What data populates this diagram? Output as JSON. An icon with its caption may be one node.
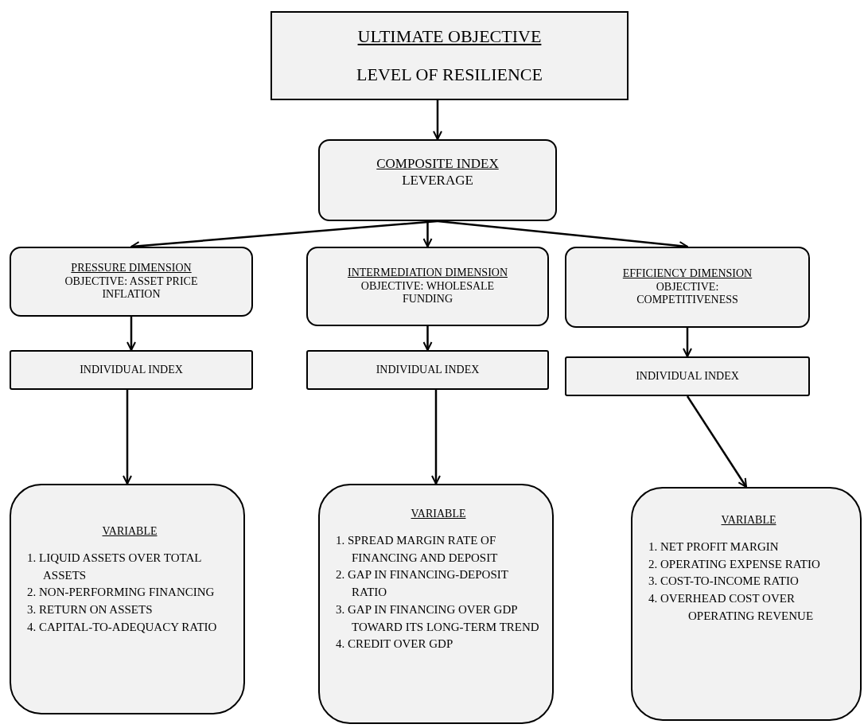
{
  "diagram": {
    "nodes": [
      {
        "text": [
          "ULTIMATE OBJECTIVE",
          "LEVEL OF RESILIENCE"
        ]
      },
      {
        "text": [
          "COMPOSITE INDEX",
          "LEVERAGE"
        ]
      },
      {
        "text": [
          "PRESSURE DIMENSION",
          "OBJECTIVE: ASSET PRICE INFLATION"
        ]
      },
      {
        "text": [
          "INTERMEDIATION DIMENSION",
          "OBJECTIVE: WHOLESALE FUNDING"
        ]
      },
      {
        "text": [
          "EFFICIENCY DIMENSION",
          "OBJECTIVE: COMPETITIVENESS"
        ]
      },
      {
        "text": [
          "INDIVIDUAL INDEX"
        ]
      },
      {
        "text": [
          "INDIVIDUAL INDEX"
        ]
      },
      {
        "text": [
          "INDIVIDUAL INDEX"
        ]
      },
      {
        "text": [
          "VARIABLE",
          "1. LIQUID ASSETS OVER TOTAL ASSETS",
          "2. NON-PERFORMING FINANCING",
          "3. RETURN ON ASSETS",
          "4. CAPITAL-TO-ADEQUACY RATIO"
        ]
      },
      {
        "text": [
          "VARIABLE",
          "1. SPREAD MARGIN RATE OF FINANCING AND DEPOSIT",
          "2. GAP IN FINANCING-DEPOSIT RATIO",
          "3. GAP IN FINANCING OVER GDP TOWARD ITS LONG-TERM TREND",
          "4. CREDIT OVER GDP"
        ]
      },
      {
        "text": [
          "VARIABLE",
          "1. NET PROFIT MARGIN",
          "2. OPERATING EXPENSE RATIO",
          "3. COST-TO-INCOME RATIO",
          "4. OVERHEAD COST OVER OPERATING REVENUE"
        ]
      }
    ],
    "edges": [
      {
        "from": 0,
        "to": 1,
        "arrow": "to"
      },
      {
        "from": 1,
        "to": 2,
        "arrow": "to"
      },
      {
        "from": 1,
        "to": 3,
        "arrow": "to"
      },
      {
        "from": 1,
        "to": 4,
        "arrow": "to"
      },
      {
        "from": 2,
        "to": 5,
        "arrow": "to"
      },
      {
        "from": 3,
        "to": 6,
        "arrow": "to"
      },
      {
        "from": 4,
        "to": 7,
        "arrow": "to"
      },
      {
        "from": 5,
        "to": 8,
        "arrow": "to"
      },
      {
        "from": 6,
        "to": 9,
        "arrow": "to"
      },
      {
        "from": 7,
        "to": 10,
        "arrow": "to"
      }
    ]
  }
}
